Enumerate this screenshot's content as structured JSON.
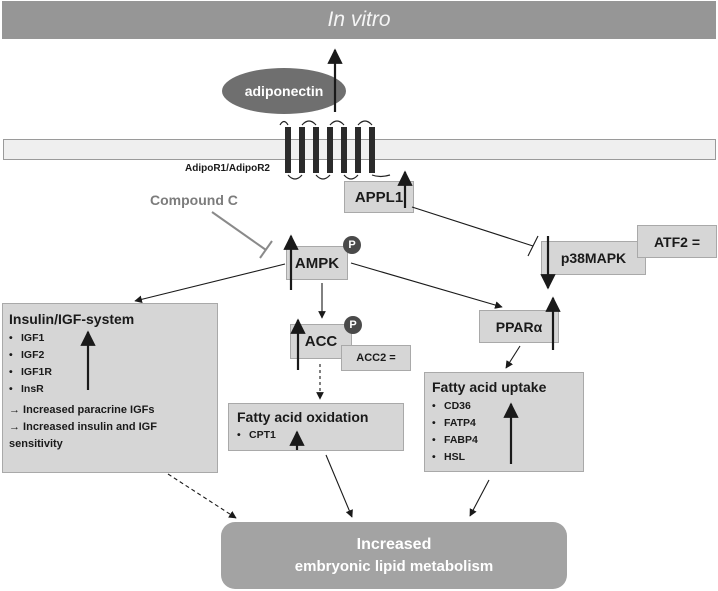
{
  "header": {
    "title": "In vitro"
  },
  "ligand": {
    "label": "adiponectin"
  },
  "receptor": {
    "label": "AdipoR1/AdipoR2"
  },
  "inhibitor": {
    "label": "Compound C"
  },
  "nodes": {
    "appl1": "APPL1",
    "ampk": "AMPK",
    "p38mapk": "p38MAPK",
    "atf2": "ATF2 =",
    "acc": "ACC",
    "acc2": "ACC2 =",
    "ppara": "PPARα",
    "phospho_symbol": "P"
  },
  "insulin_igf": {
    "title": "Insulin/IGF-system",
    "genes": [
      "IGF1",
      "IGF2",
      "IGF1R",
      "InsR"
    ],
    "notes": [
      "→ Increased paracrine IGFs",
      "→ Increased insulin and IGF sensitivity"
    ]
  },
  "fatty_acid_oxidation": {
    "title": "Fatty acid oxidation",
    "genes": [
      "CPT1"
    ]
  },
  "fatty_acid_uptake": {
    "title": "Fatty acid uptake",
    "genes": [
      "CD36",
      "FATP4",
      "FABP4",
      "HSL"
    ]
  },
  "outcome": {
    "line1": "Increased",
    "line2": "embryonic lipid metabolism"
  }
}
